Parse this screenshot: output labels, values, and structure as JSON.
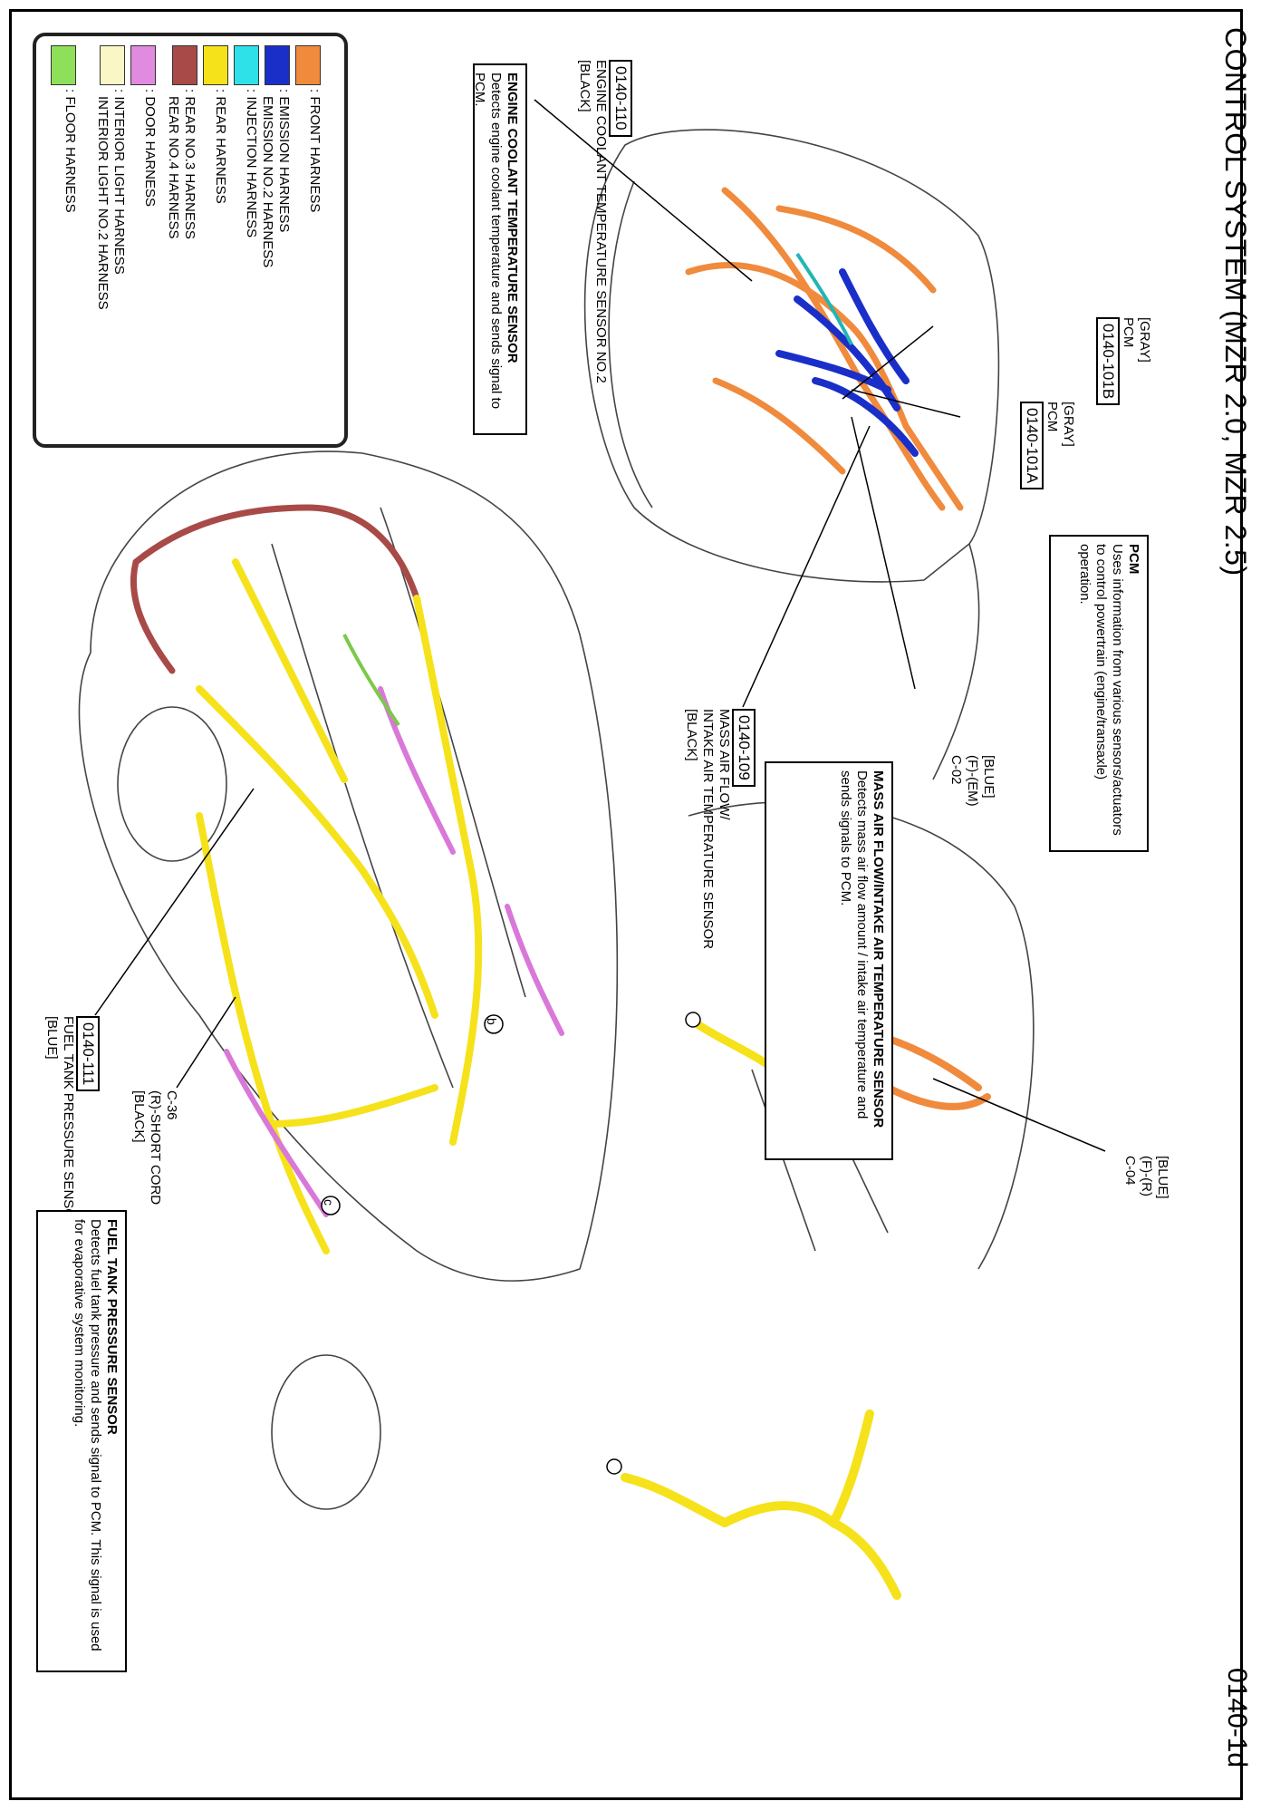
{
  "header": {
    "title": "CONTROL SYSTEM (MZR 2.0, MZR 2.5)",
    "page_number": "0140-1d"
  },
  "legend": [
    {
      "label": ": FRONT HARNESS",
      "color": "#f08a3c"
    },
    {
      "label": ": EMISSION HARNESS",
      "color": "#1a2fc8"
    },
    {
      "label": "EMISSION NO.2 HARNESS",
      "color": ""
    },
    {
      "label": ": INJECTION HARNESS",
      "color": "#2ee0e8"
    },
    {
      "label": ": REAR HARNESS",
      "color": "#f5e21a"
    },
    {
      "label": ": REAR NO.3 HARNESS",
      "color": "#a84a48"
    },
    {
      "label": "REAR NO.4 HARNESS",
      "color": ""
    },
    {
      "label": ": DOOR HARNESS",
      "color": "#e08ae0"
    },
    {
      "label": ": INTERIOR LIGHT HARNESS",
      "color": "#fbf6c6"
    },
    {
      "label": "INTERIOR LIGHT NO.2 HARNESS",
      "color": ""
    },
    {
      "label": ": FLOOR HARNESS",
      "color": "#8ee05a"
    }
  ],
  "callouts": {
    "ect": {
      "code": "0140-110",
      "line1": "ENGINE COOLANT TEMPERATURE SENSOR NO.2",
      "line2": "[BLACK]"
    },
    "pcm_b": {
      "line1": "[GRAY]",
      "line2": "PCM",
      "code": "0140-101B"
    },
    "pcm_a": {
      "line1": "[GRAY]",
      "line2": "PCM",
      "code": "0140-101A"
    },
    "c02": {
      "line1": "[BLUE]",
      "line2": "(F)-(EM)",
      "line3": "C-02"
    },
    "maf": {
      "code": "0140-109",
      "line1": "MASS AIR FLOW/",
      "line2": "INTAKE AIR TEMPERATURE SENSOR",
      "line3": "[BLACK]"
    },
    "c04": {
      "line1": "[BLUE]",
      "line2": "(F)-(R)",
      "line3": "C-04"
    },
    "ftp": {
      "code": "0140-111",
      "line1": "FUEL TANK PRESSURE SENSOR",
      "line2": "[BLUE]"
    },
    "c36": {
      "line1": "C-36",
      "line2": "(R)-SHORT CORD",
      "line3": "[BLACK]"
    }
  },
  "descriptions": {
    "ect": {
      "heading": "ENGINE COOLANT TEMPERATURE SENSOR",
      "body": "Detects engine coolant temperature and sends signal to PCM."
    },
    "pcm": {
      "heading": "PCM",
      "body": "Uses information from various sensors/actuators to control powertrain (engine/transaxle) operation."
    },
    "maf": {
      "heading": "MASS AIR FLOW/INTAKE AIR TEMPERATURE SENSOR",
      "body": "Detects mass air flow amount / intake air temperature and sends signals to PCM."
    },
    "ftp": {
      "heading": "FUEL TANK PRESSURE SENSOR",
      "body": "Detects fuel tank pressure and sends signal to PCM. This signal is used for evaporative system monitoring."
    }
  },
  "markers": {
    "b": "b",
    "c": "c"
  }
}
